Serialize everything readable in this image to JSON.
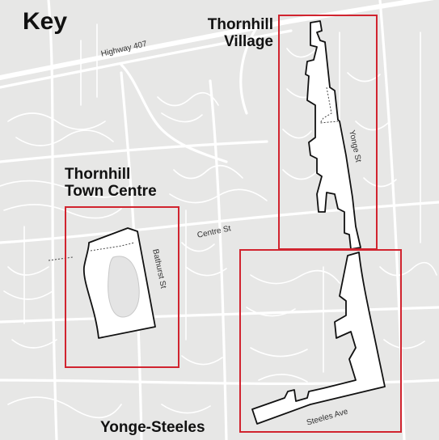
{
  "map": {
    "title": "Key",
    "frame_color": "#d1242f",
    "zones": [
      {
        "name": "Thornhill Village",
        "line1": "Thornhill",
        "line2": "Village"
      },
      {
        "name": "Thornhill Town Centre",
        "line1": "Thornhill",
        "line2": "Town Centre"
      },
      {
        "name": "Yonge-Steeles",
        "line1": "Yonge-Steeles"
      }
    ],
    "streets": {
      "highway": "Highway 407",
      "yonge": "Yonge St",
      "centre": "Centre St",
      "bathurst": "Bathurst St",
      "steeles": "Steeles Ave"
    }
  }
}
